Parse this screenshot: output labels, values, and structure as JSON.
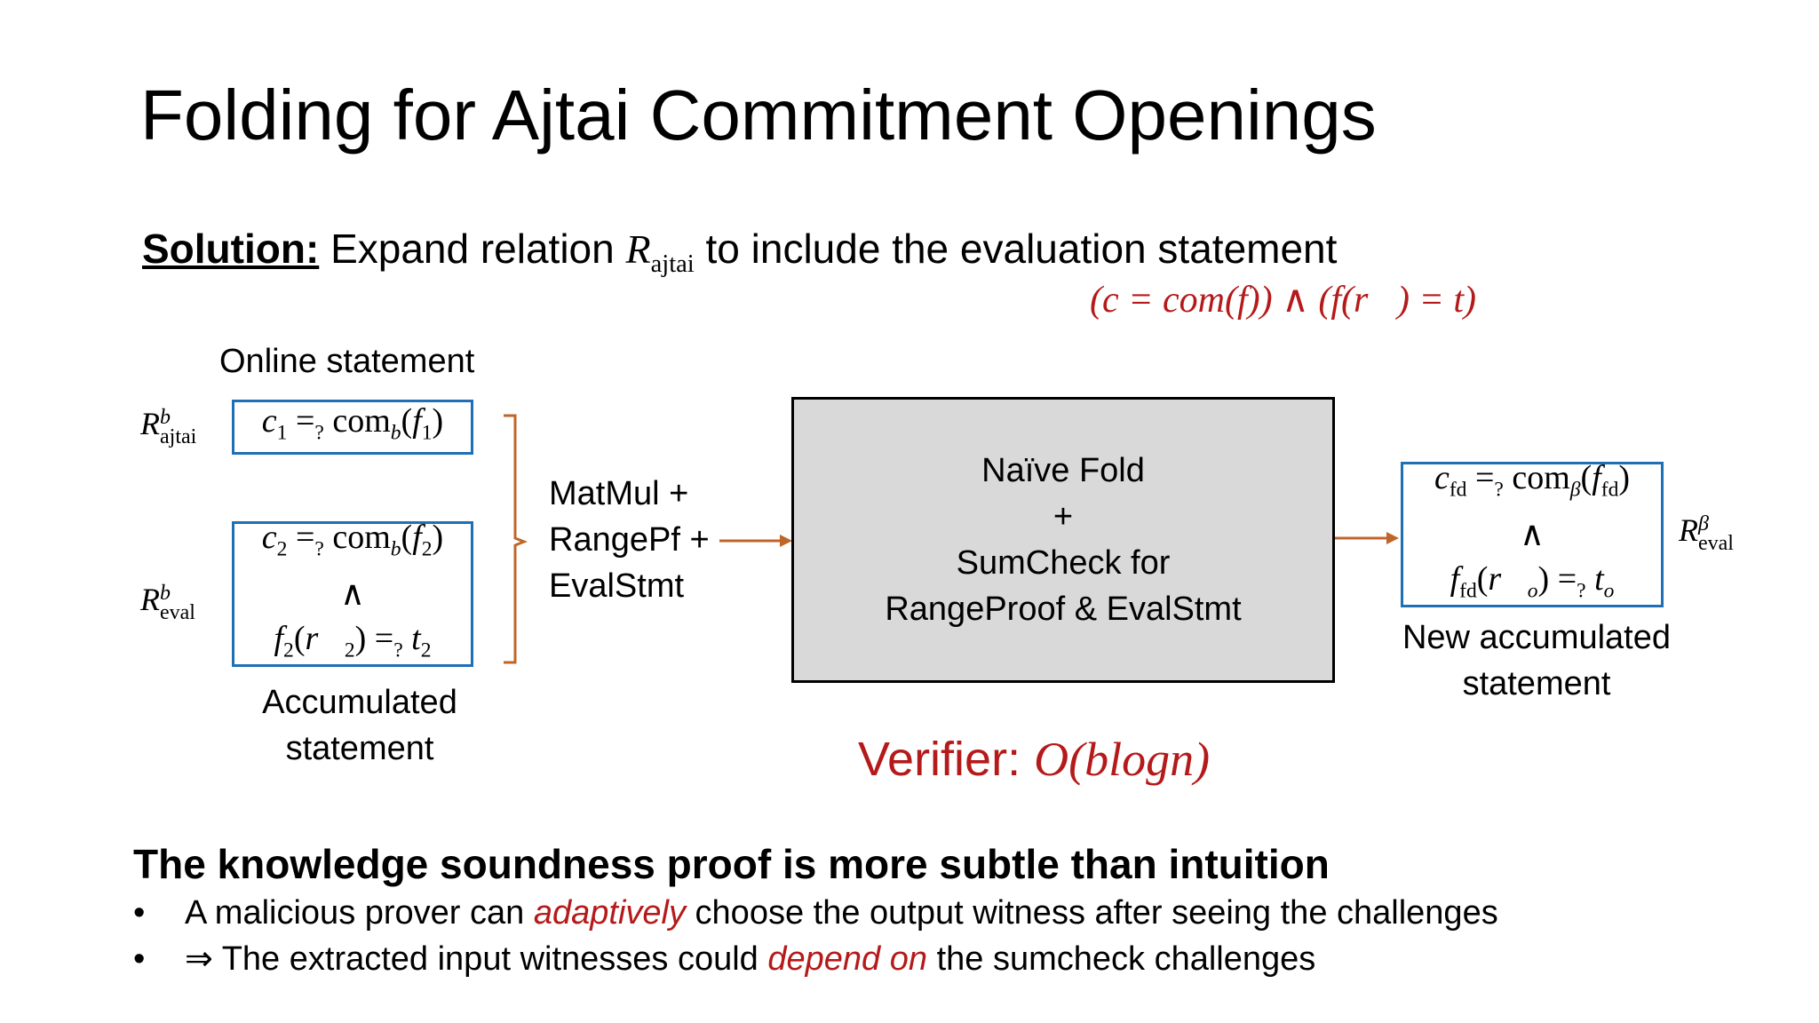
{
  "title": "Folding for Ajtai Commitment Openings",
  "solution": {
    "label": "Solution:",
    "text_before": "Expand relation",
    "relation_symbol": "R",
    "relation_sub": "ajtai",
    "text_after": "to include the evaluation statement",
    "eval_statement": "(c = com(f)) ∧ (f(r⃗) = t)"
  },
  "left": {
    "online_label": "Online statement",
    "r_ajtai": {
      "symbol": "R",
      "sup": "b",
      "sub": "ajtai"
    },
    "r_eval": {
      "symbol": "R",
      "sup": "b",
      "sub": "eval"
    },
    "box1": {
      "c": "c",
      "c_sub": "1",
      "eq": "=",
      "eq_sub": "?",
      "com": "com",
      "com_sub": "b",
      "f": "f",
      "f_sub": "1"
    },
    "box2": {
      "c": "c",
      "c_sub": "2",
      "eq": "=",
      "eq_sub": "?",
      "com": "com",
      "com_sub": "b",
      "f": "f",
      "f_sub": "2",
      "and": "∧",
      "f2": "f",
      "f2_sub": "2",
      "r": "r⃗",
      "r_sub": "2",
      "t": "t",
      "t_sub": "2"
    },
    "accumulated_line1": "Accumulated",
    "accumulated_line2": "statement"
  },
  "middle": {
    "steps": [
      "MatMul +",
      "RangePf +",
      "EvalStmt"
    ],
    "box_lines": [
      "Naïve Fold",
      "+",
      "SumCheck for",
      "RangeProof & EvalStmt"
    ]
  },
  "verifier": {
    "label": "Verifier:",
    "complexity": "O(blogn)"
  },
  "right": {
    "box": {
      "c": "c",
      "c_sub": "fd",
      "eq": "=",
      "eq_sub": "?",
      "com": "com",
      "com_sub": "β",
      "f": "f",
      "f_sub": "fd",
      "and": "∧",
      "f2": "f",
      "f2_sub": "fd",
      "r": "r⃗",
      "r_sub": "o",
      "t": "t",
      "t_sub": "o"
    },
    "r_eval": {
      "symbol": "R",
      "sup": "β",
      "sub": "eval"
    },
    "new_line1": "New accumulated",
    "new_line2": "statement"
  },
  "knowledge": {
    "heading": "The knowledge soundness proof is more subtle than intuition",
    "bullets": [
      {
        "marker": "•",
        "before": "A malicious prover can",
        "emph": "adaptively",
        "after": "choose the output witness after seeing the challenges"
      },
      {
        "marker": "•",
        "before": "⇒ The extracted input witnesses could",
        "emph": "depend on",
        "after": "the sumcheck challenges"
      }
    ]
  },
  "colors": {
    "accent_red": "#b51a1a",
    "box_blue": "#1f6fb5",
    "arrow_orange": "#c0652a",
    "gray_fill": "#d9d9d9"
  }
}
